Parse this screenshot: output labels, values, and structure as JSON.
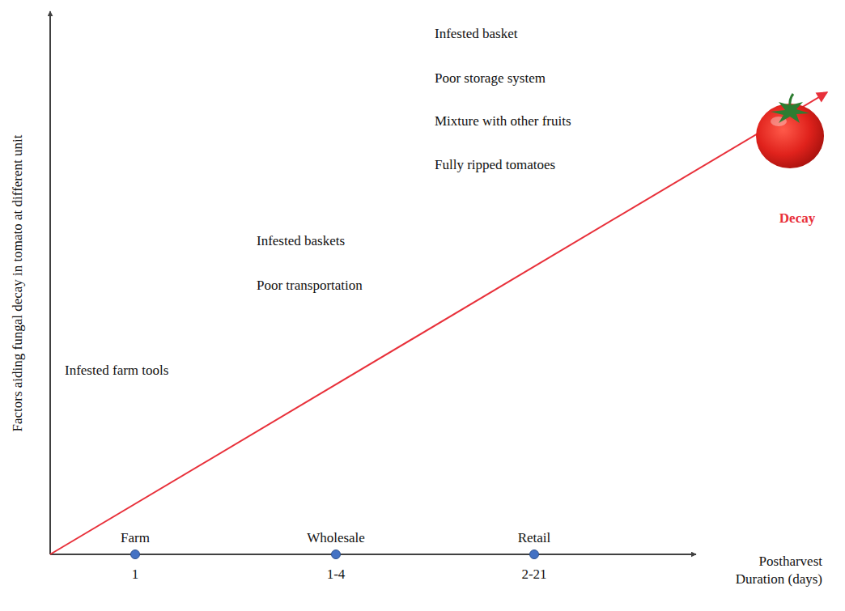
{
  "diagram": {
    "nodes": [
      {
        "text": [
          "Farm",
          "1"
        ]
      },
      {
        "text": [
          "Wholesale",
          "1-4"
        ]
      },
      {
        "text": [
          "Retail",
          "2-21"
        ]
      }
    ],
    "labels": [
      "Infested basket",
      "Poor storage system",
      "Mixture with other fruits",
      "Fully ripped tomatoes",
      "Decay",
      "Infested baskets",
      "Poor transportation",
      "Infested farm tools",
      "Factors aiding fungal decay in tomato at different unit",
      "Postharvest Duration (days)"
    ]
  }
}
